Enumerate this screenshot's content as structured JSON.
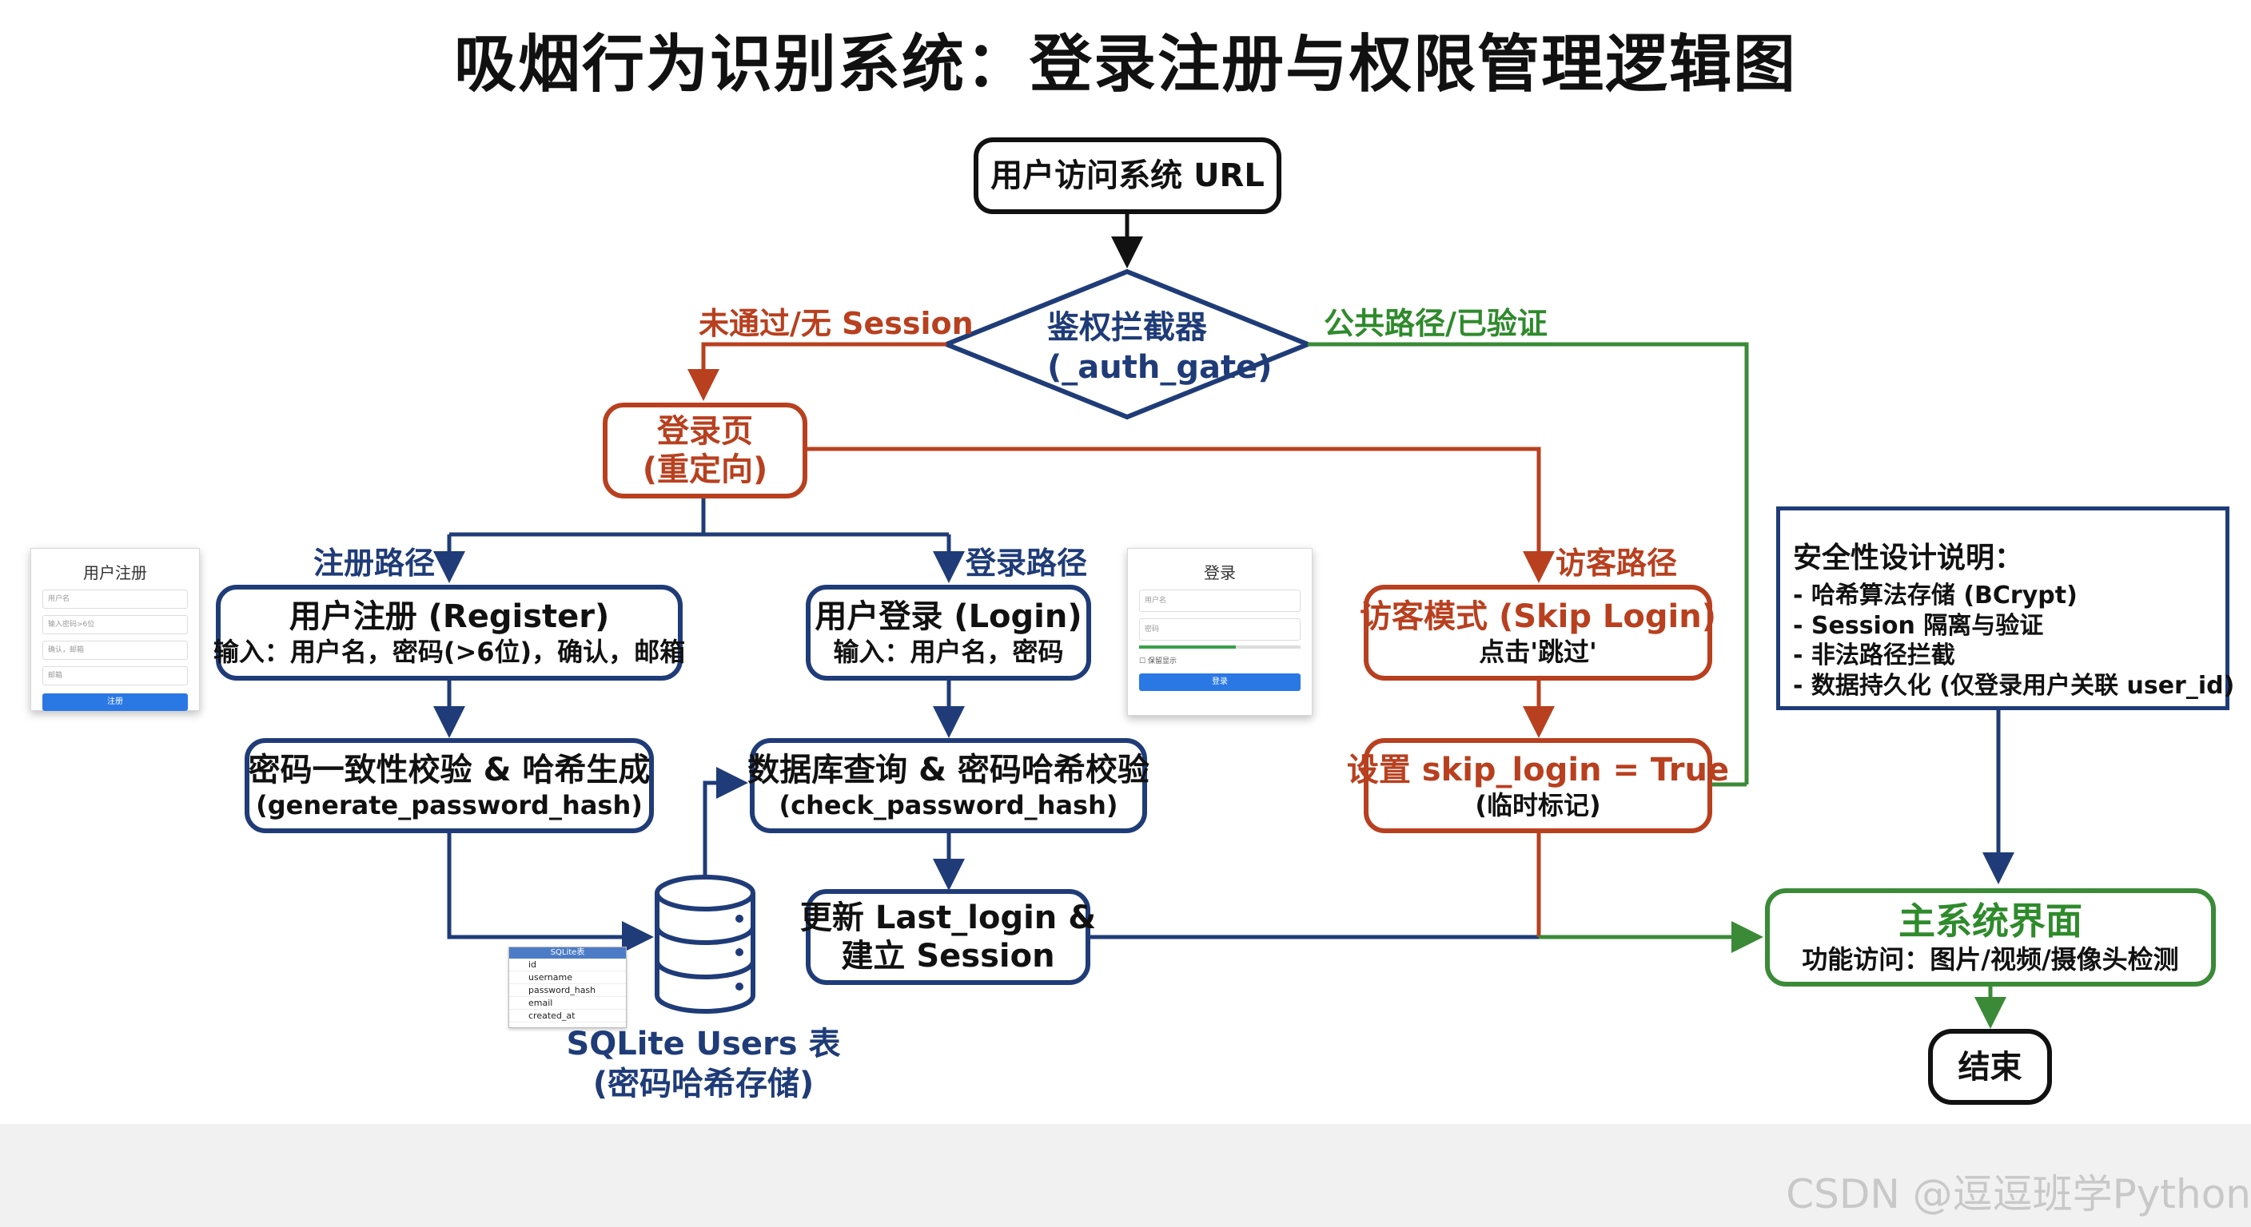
{
  "title": "吸烟行为识别系统：登录注册与权限管理逻辑图",
  "nodes": {
    "start": "用户访问系统 URL",
    "gate_line1": "鉴权拦截器",
    "gate_line2": "(_auth_gate)",
    "login_page_line1": "登录页",
    "login_page_line2": "(重定向)",
    "register_line1": "用户注册 (Register)",
    "register_line2": "输入：用户名，密码(>6位)，确认，邮箱",
    "login_line1": "用户登录 (Login)",
    "login_line2": "输入：用户名，密码",
    "guest_line1": "访客模式 (Skip Login)",
    "guest_line2": "点击'跳过'",
    "hash_gen_line1": "密码一致性校验 & 哈希生成",
    "hash_gen_line2": "(generate_password_hash)",
    "db_check_line1": "数据库查询 & 密码哈希校验",
    "db_check_line2": "(check_password_hash)",
    "skip_line1": "设置 skip_login = True",
    "skip_line2": "(临时标记)",
    "session_line1": "更新 Last_login &",
    "session_line2": "建立 Session",
    "main_line1": "主系统界面",
    "main_line2": "功能访问：图片/视频/摄像头检测",
    "end": "结束",
    "db_line1": "SQLite Users 表",
    "db_line2": "(密码哈希存储)"
  },
  "edge_labels": {
    "fail": "未通过/无 Session",
    "public": "公共路径/已验证",
    "register_path": "注册路径",
    "login_path": "登录路径",
    "guest_path": "访客路径"
  },
  "security": {
    "heading": "安全性设计说明：",
    "items": [
      "- 哈希算法存储 (BCrypt)",
      "- Session 隔离与验证",
      "- 非法路径拦截",
      "- 数据持久化 (仅登录用户关联 user_id)"
    ]
  },
  "register_mock": {
    "title": "用户注册",
    "fields": [
      "用户名",
      "输入密码>6位",
      "确认，邮箱",
      "邮箱"
    ],
    "button": "注册"
  },
  "login_mock": {
    "title": "登录",
    "fields": [
      "用户名",
      "密码"
    ],
    "checkbox": "保留显示",
    "button": "登录"
  },
  "table_mock": {
    "header": "SQLite表",
    "columns": [
      "id",
      "username",
      "password_hash",
      "email",
      "created_at"
    ]
  },
  "watermark": "CSDN @逗逗班学Python",
  "colors": {
    "blue": "#1f3c78",
    "red": "#b8401f",
    "green": "#3a8a37",
    "black": "#111111"
  }
}
